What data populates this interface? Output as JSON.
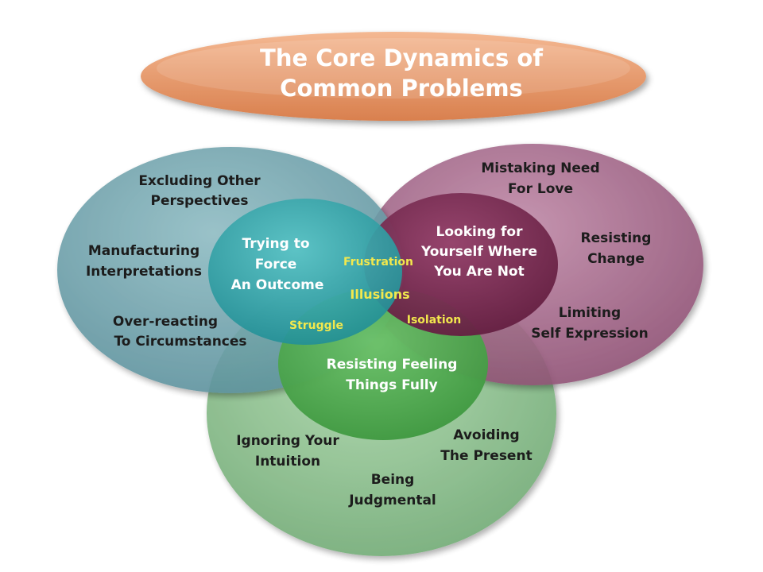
{
  "title": {
    "line1": "The Core Dynamics of",
    "line2": "Common Problems"
  },
  "colors": {
    "title_bar": "#e0905e",
    "teal": "#5f9aa6",
    "purple": "#9a5a7e",
    "green": "#79b57c",
    "inner_teal": "#2e9ea4",
    "inner_purple": "#73294d",
    "inner_green": "#4aa84a",
    "highlight": "#f2e84d",
    "text_dark": "#1c1c1c"
  },
  "outer": {
    "teal": {
      "items": [
        {
          "l1": "Excluding Other",
          "l2": "Perspectives"
        },
        {
          "l1": "Manufacturing",
          "l2": "Interpretations"
        },
        {
          "l1": "Over-reacting",
          "l2": "To Circumstances"
        }
      ]
    },
    "purple": {
      "items": [
        {
          "l1": "Mistaking Need",
          "l2": "For Love"
        },
        {
          "l1": "Resisting",
          "l2": "Change"
        },
        {
          "l1": "Limiting",
          "l2": "Self Expression"
        }
      ]
    },
    "green": {
      "items": [
        {
          "l1": "Ignoring Your",
          "l2": "Intuition"
        },
        {
          "l1": "Being",
          "l2": "Judgmental"
        },
        {
          "l1": "Avoiding",
          "l2": "The Present"
        }
      ]
    }
  },
  "inner": {
    "teal": {
      "l1": "Trying to",
      "l2": "Force",
      "l3": "An Outcome"
    },
    "purple": {
      "l1": "Looking for",
      "l2": "Yourself Where",
      "l3": "You Are Not"
    },
    "green": {
      "l1": "Resisting Feeling",
      "l2": "Things Fully"
    }
  },
  "overlaps": {
    "frustration": "Frustration",
    "illusions": "Illusions",
    "struggle": "Struggle",
    "isolation": "Isolation"
  }
}
